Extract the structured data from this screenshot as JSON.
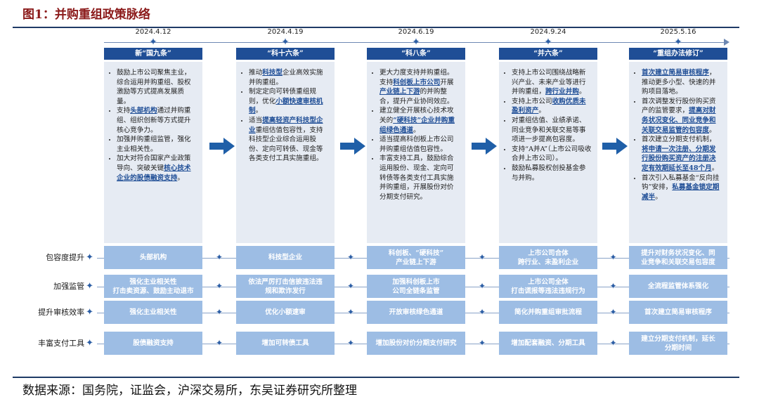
{
  "figure_title": "图1：并购重组政策脉络",
  "source_note": "数据来源：国务院，证监会，沪深交易所，东吴证券研究所整理",
  "columns": [
    {
      "date": "2024.4.12",
      "title": "新“国九条”",
      "bullets": [
        [
          {
            "t": "鼓励上市公司聚焦主业，综合运用并购重组、股权激励等方式提高发展质量。"
          }
        ],
        [
          {
            "t": "支持"
          },
          {
            "t": "头部机构",
            "hl": true
          },
          {
            "t": "通过并购重组、组织创新等方式提升核心竞争力。"
          }
        ],
        [
          {
            "t": "加强并购重组监管，强化主业相关性。"
          }
        ],
        [
          {
            "t": "加大对符合国家产业政策导向、突破关键"
          },
          {
            "t": "核心技术企业的股债融资支持",
            "hl": true
          },
          {
            "t": "。"
          }
        ]
      ]
    },
    {
      "date": "2024.4.19",
      "title": "“科十六条”",
      "bullets": [
        [
          {
            "t": "推动"
          },
          {
            "t": "科技型",
            "hl": true
          },
          {
            "t": "企业高效实施并购重组。"
          }
        ],
        [
          {
            "t": "制定定向可转债重组规则，优化"
          },
          {
            "t": "小额快速审核机制",
            "hl": true
          },
          {
            "t": "。"
          }
        ],
        [
          {
            "t": "适当"
          },
          {
            "t": "提高轻资产科技型企业",
            "hl": true
          },
          {
            "t": "重组估值包容性，支持科技型企业综合运用股份、定向可转债、现金等各类支付工具实施重组。"
          }
        ]
      ]
    },
    {
      "date": "2024.6.19",
      "title": "“科八条”",
      "bullets": [
        [
          {
            "t": "更大力度支持并购重组。支持"
          },
          {
            "t": "科创板上市公司",
            "hl": true
          },
          {
            "t": "开展"
          },
          {
            "t": "产业链上下游",
            "hl": true
          },
          {
            "t": "的并购整合，提升产业协同效应。"
          }
        ],
        [
          {
            "t": "建立健全开展核心技术攻关的"
          },
          {
            "t": "“硬科技”企业并购重组绿色通道",
            "hl": true
          },
          {
            "t": "。"
          }
        ],
        [
          {
            "t": "适当提高科创板上市公司并购重组估值包容性。"
          }
        ],
        [
          {
            "t": "丰富支持工具，鼓励综合运用股份、现金、定向可转债等各类支付工具实施并购重组，开展股份对价分期支付研究。"
          }
        ]
      ]
    },
    {
      "date": "2024.9.24",
      "title": "“并六条”",
      "bullets": [
        [
          {
            "t": "支持上市公司围绕战略新兴产业、未来产业等进行并购重组，"
          },
          {
            "t": "跨行业并购",
            "hl": true
          },
          {
            "t": "。"
          }
        ],
        [
          {
            "t": "支持上市公司"
          },
          {
            "t": "收购优质未盈利资产",
            "hl": true
          },
          {
            "t": "。"
          }
        ],
        [
          {
            "t": "对重组估值、业绩承诺、同业竞争和关联交易等事项进一步提高包容度。"
          }
        ],
        [
          {
            "t": "支持“A并A”（上市公司吸收合并上市公司）。"
          }
        ],
        [
          {
            "t": "鼓励私募股权创投基金参与并购。"
          }
        ]
      ]
    },
    {
      "date": "2025.5.16",
      "title": "“重组办法修订”",
      "bullets": [
        [
          {
            "t": "首次建立简易审核程序",
            "hl": true
          },
          {
            "t": "，推动更多小型、快速的并购项目落地。"
          }
        ],
        [
          {
            "t": "首次调整发行股份购买资产的监管要求，"
          },
          {
            "t": "提高对财务状况变化、同业竞争和关联交易监管的包容度",
            "hl": true
          },
          {
            "t": "。"
          }
        ],
        [
          {
            "t": "首次建立分期支付机制，"
          },
          {
            "t": "将申请一次注册、分期发行股份购买资产的注册决定有效期延长至48个月",
            "hl": true
          },
          {
            "t": "。"
          }
        ],
        [
          {
            "t": "首次引入私募基金“反向挂钩”安排，"
          },
          {
            "t": "私募基金锁定期减半",
            "hl": true
          },
          {
            "t": "。"
          }
        ]
      ]
    }
  ],
  "rows": [
    {
      "label": "包容度提升",
      "cells": [
        "头部机构",
        "科技型企业",
        "科创板、“硬科技”\n产业链上下游",
        "上市公司合体\n跨行业、未盈利企业",
        "提升对财务状况变化、同\n业竞争和关联交易包容度"
      ]
    },
    {
      "label": "加强监管",
      "cells": [
        "强化主业相关性\n打击卖资源、鼓励主动退市",
        "依法严厉打击信披违法违\n规和欺诈发行",
        "加强科创板上市\n公司全链条监管",
        "上市公司全体\n打击谎报等违法违规行为",
        "全流程监管体系强化"
      ]
    },
    {
      "label": "提升审核效率",
      "cells": [
        "强化主业相关性",
        "优化小额速审",
        "开放审核绿色通道",
        "简化并购重组审批流程",
        "首次建立简易审核程序"
      ]
    },
    {
      "label": "丰富支付工具",
      "cells": [
        "股债融资支持",
        "增加可转债工具",
        "增加股份对价分期支付研究",
        "增加配套融资、分期工具",
        "建立分期支付机制，延长\n分期时间"
      ]
    }
  ],
  "colors": {
    "title_red": "#8b1a1a",
    "header_blue": "#1f4e96",
    "box_bg": "#e6ebf3",
    "cell_blue": "#9dbde4",
    "arrow_blue": "#1f5fa8"
  }
}
